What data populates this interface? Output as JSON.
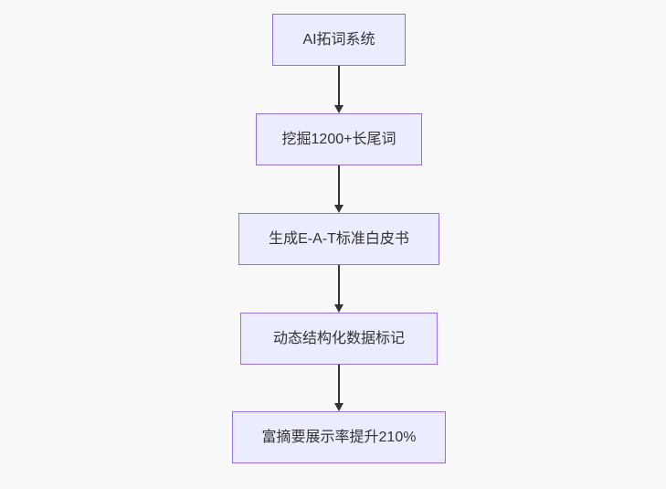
{
  "flowchart": {
    "type": "vertical-flowchart",
    "nodes": [
      {
        "label": "AI拓词系统"
      },
      {
        "label": "挖掘1200+长尾词"
      },
      {
        "label": "生成E-A-T标准白皮书"
      },
      {
        "label": "动态结构化数据标记"
      },
      {
        "label": "富摘要展示率提升210%"
      }
    ],
    "edges": [
      {
        "from": 0,
        "to": 1
      },
      {
        "from": 1,
        "to": 2
      },
      {
        "from": 2,
        "to": 3
      },
      {
        "from": 3,
        "to": 4
      }
    ],
    "colors": {
      "node_fill": "#ECECFF",
      "node_border": "#9370DB",
      "node_text": "#333333",
      "arrow": "#333333",
      "background": "#f8f8f8"
    }
  }
}
